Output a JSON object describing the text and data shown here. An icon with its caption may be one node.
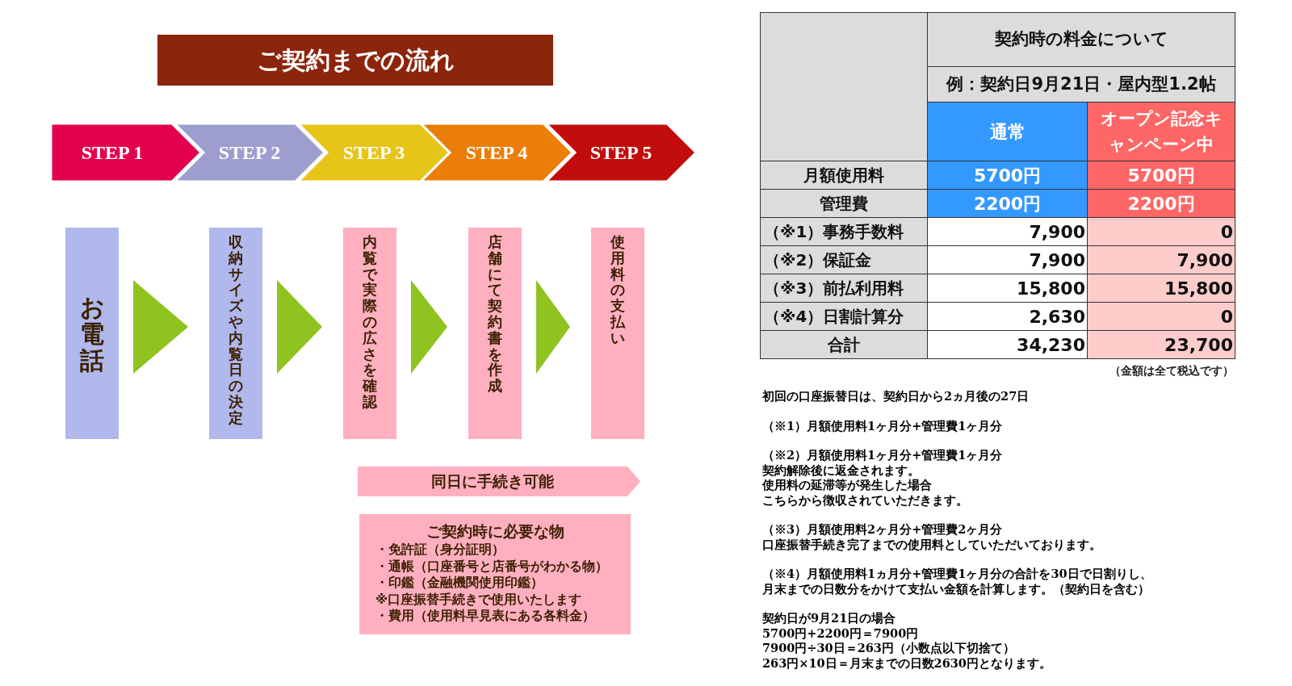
{
  "diagram": {
    "title": "ご契約までの流れ",
    "nodes": [
      {
        "text": [
          "STEP 1"
        ]
      },
      {
        "text": [
          "STEP 2"
        ]
      },
      {
        "text": [
          "STEP 3"
        ]
      },
      {
        "text": [
          "STEP 4"
        ]
      },
      {
        "text": [
          "STEP 5"
        ]
      },
      {
        "text": [
          "お電話"
        ]
      },
      {
        "text": [
          "収納サイズや内覧日の決定"
        ]
      },
      {
        "text": [
          "内覧で実際の広さを確認"
        ]
      },
      {
        "text": [
          "店舗にて契約書を作成"
        ]
      },
      {
        "text": [
          "使用料の支払い"
        ]
      },
      {
        "text": [
          "同日に手続き可能"
        ]
      },
      {
        "text": [
          "ご契約時に必要な物",
          "・免許証（身分証明）",
          "・通帳（口座番号と店番号がわかる物）",
          "・印鑑（金融機関使用印鑑）",
          "※口座振替手続きで使用いたします",
          "・費用（使用料早見表にある各料金）"
        ]
      }
    ],
    "edges": [
      {
        "from": 5,
        "to": 6,
        "arrow": "to"
      },
      {
        "from": 6,
        "to": 7,
        "arrow": "to"
      },
      {
        "from": 7,
        "to": 8,
        "arrow": "to"
      },
      {
        "from": 8,
        "to": 9,
        "arrow": "to"
      }
    ],
    "labels": [
      "契約時の料金について",
      "例：契約日9月21日・屋内型1.2帖",
      "通常",
      "オープン記念キャンペーン中",
      "月額使用料",
      "5700円",
      "5700円",
      "管理費",
      "2200円",
      "2200円",
      "（※1）事務手数料",
      "7,900",
      "0",
      "（※2）保証金",
      "7,900",
      "7,900",
      "（※3）前払利用料",
      "15,800",
      "15,800",
      "（※4）日割計算分",
      "2,630",
      "0",
      "合計",
      "34,230",
      "23,700",
      "（金額は全て税込です）",
      "初回の口座振替日は、契約日から2ヵ月後の27日",
      "（※1）月額使用料1ヶ月分+管理費1ヶ月分",
      "（※2）月額使用料1ヶ月分+管理費1ヶ月分",
      "契約解除後に返金されます。",
      "使用料の延滞等が発生した場合",
      "こちらから徴収されていただきます。",
      "（※3）月額使用料2ヶ月分+管理費2ヶ月分",
      "口座振替手続き完了までの使用料としていただいております。",
      "（※4）月額使用料1ヵ月分+管理費1ヶ月分の合計を30日で日割りし、",
      "月末までの日数分をかけて支払い金額を計算します。（契約日を含む）",
      "契約日が9月21日の場合",
      "5700円+2200円＝7900円",
      "7900円÷30日＝263円（小数点以下切捨て）",
      "263円×10日＝月末までの日数2630円となります。"
    ]
  }
}
